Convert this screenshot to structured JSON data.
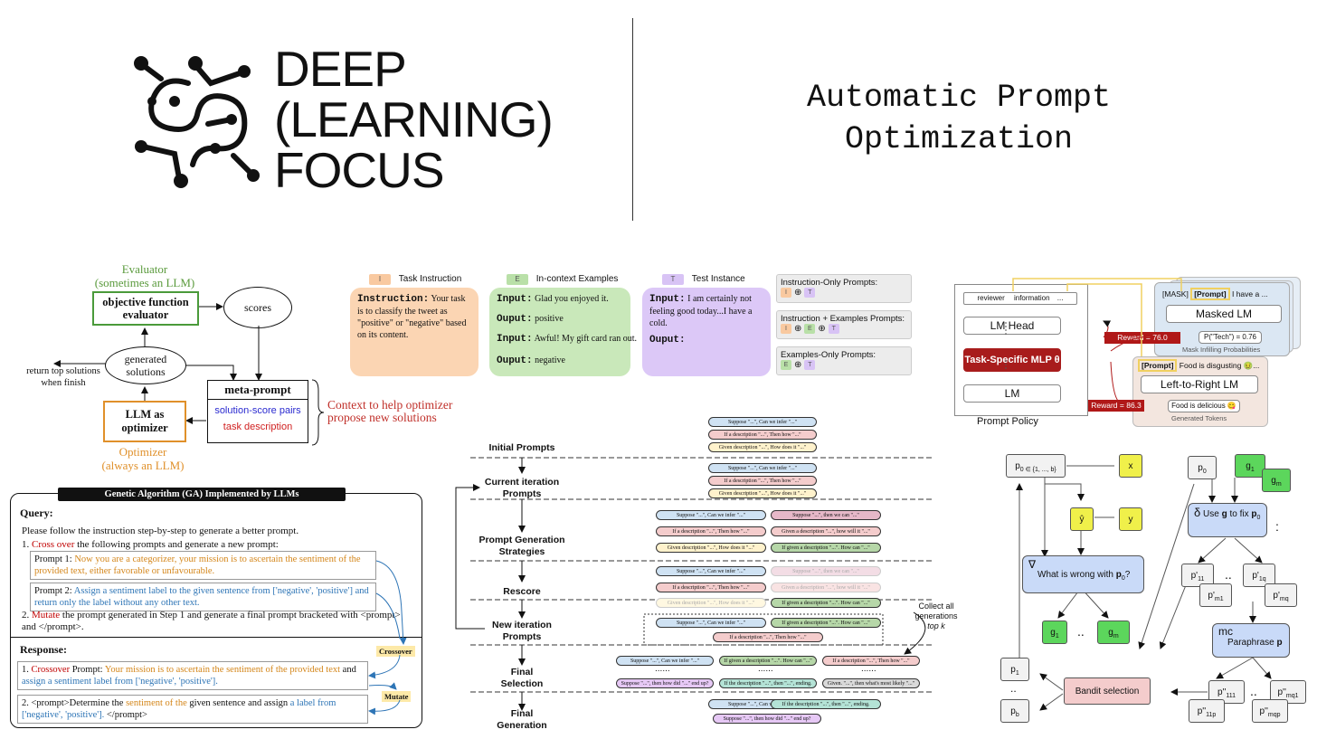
{
  "header": {
    "brand_lines": [
      "DEEP",
      "(LEARNING)",
      "FOCUS"
    ],
    "title_lines": [
      "Automatic Prompt",
      "Optimization"
    ]
  },
  "opro": {
    "evaluator_label": "Evaluator",
    "evaluator_sub": "(sometimes an LLM)",
    "evaluator_box": [
      "objective function",
      "evaluator"
    ],
    "scores": "scores",
    "generated": [
      "generated",
      "solutions"
    ],
    "return_text": [
      "return top solutions",
      "when finish"
    ],
    "optimizer_box": [
      "LLM as",
      "optimizer"
    ],
    "optimizer_label": "Optimizer",
    "optimizer_sub": "(always an LLM)",
    "meta_prompt": "meta-prompt",
    "pairs": "solution-score pairs",
    "task_desc": "task description",
    "context": [
      "Context to help optimizer",
      "propose new solutions"
    ]
  },
  "ga": {
    "title": "Genetic Algorithm (GA) Implemented by LLMs",
    "query_label": "Query:",
    "intro": "Please follow the instruction step-by-step to generate a better prompt.",
    "step1_num": "1.",
    "step1_kw": "Cross over",
    "step1_rest": "the following prompts and generate a new prompt:",
    "p1_label": "Prompt 1:",
    "p1_text": "Now you are a categorizer, your mission is to ascertain the sentiment of the provided text, either favorable or unfavourable.",
    "p2_label": "Prompt 2:",
    "p2_text": "Assign a sentiment label to the given sentence from ['negative', 'positive'] and return only the label without any other text.",
    "step2_num": "2.",
    "step2_kw": "Mutate",
    "step2_rest": "the prompt generated in Step 1 and generate a final prompt bracketed with <prompt> and </prompt>.",
    "crossover_tag": "Crossover",
    "mutate_tag": "Mutate",
    "response_label": "Response:",
    "r1_num": "1.",
    "r1_kw": "Crossover",
    "r1_a": "Prompt:",
    "r1_orange": "Your mission is to ascertain the sentiment of the provided text",
    "r1_and": "and",
    "r1_blue": "assign a sentiment label from ['negative', 'positive'].",
    "r2_a": "2. <prompt>Determine the",
    "r2_orange": "sentiment of the",
    "r2_b": "given sentence and assign",
    "r2_blue": "a label from ['negative', 'positive'].",
    "r2_end": "</prompt>"
  },
  "prompt_types": {
    "legend": [
      {
        "tag": "I",
        "label": "Task Instruction",
        "color": "#f9c9a0"
      },
      {
        "tag": "E",
        "label": "In-context Examples",
        "color": "#b9e0a8"
      },
      {
        "tag": "T",
        "label": "Test Instance",
        "color": "#d8c3f5"
      }
    ],
    "instruction_key": "Instruction:",
    "instruction_text": "Your task is to classify the tweet as \"positive\" or \"negative\" based on its content.",
    "examples": [
      {
        "key": "Input:",
        "text": "Glad you enjoyed it."
      },
      {
        "key": "Ouput:",
        "text": "positive"
      },
      {
        "key": "Input:",
        "text": "Awful! My gift card ran out."
      },
      {
        "key": "Ouput:",
        "text": "negative"
      }
    ],
    "test_key": "Input:",
    "test_text": "I am certainly not feeling good today...I have a cold.",
    "test_out": "Ouput:",
    "groups": [
      "Instruction-Only Prompts:",
      "Instruction + Examples Prompts:",
      "Examples-Only Prompts:"
    ]
  },
  "rl": {
    "tokens": [
      "reviewer",
      "information",
      "..."
    ],
    "lm_head": "LM Head",
    "mlp": "Task-Specific MLP θ",
    "lm": "LM",
    "policy": "Prompt Policy",
    "mask_tokens": [
      "[MASK]",
      "[Prompt]",
      "I have a ..."
    ],
    "masked_lm": "Masked LM",
    "prob": "P(\"Tech\") = 0.76",
    "mask_caption": "Mask Infilling Probabilities",
    "reward1": "Reward = 76.0",
    "ltr_prompt": "[Prompt]",
    "ltr_text": "Food is disgusting 🤢...",
    "ltr_lm": "Left-to-Right LM",
    "gen": "Food is delicious 😋",
    "gen_caption": "Generated Tokens",
    "reward2": "Reward = 86.3"
  },
  "evo": {
    "stages": [
      [
        "Initial Prompts"
      ],
      [
        "Current iteration",
        "Prompts"
      ],
      [
        "Prompt Generation",
        "Strategies"
      ],
      [
        "Rescore"
      ],
      [
        "New iteration",
        "Prompts"
      ],
      [
        "Final",
        "Selection"
      ],
      [
        "Final",
        "Generation"
      ]
    ],
    "collect": [
      "Collect all",
      "generations",
      "top k"
    ],
    "pill_a": "Suppose \"...\", Can we infer \"...\"",
    "pill_b": "If a description \"...\", Then how \"...\"",
    "pill_c": "Given description \"...\", How does it \"...\"",
    "pill_d": "Suppose \"...\", then we can \"...\"",
    "pill_e": "Given a description \"...\", how will it \"...\"",
    "pill_f": "If given a description \"...\". How can \"...\"",
    "pill_g": "Suppose \"...\", Can we infer \"...\"",
    "pill_h": "If given a description \"...\". How can \"...\"",
    "pill_i": "If a description \"...\", Then how \"...\"",
    "pill_j": "If a description \"...\", Then how \"...\"",
    "pill_k": "Suppose \"...\", then how did \"...\" end up?",
    "pill_l": "If the description \"...\", then \"...\", ending.",
    "pill_m": "Given. \"...\", then what's most likely \"...\"",
    "pill_n": "If the description \"...\", then \"...\", ending.",
    "ellipsis": "......"
  },
  "protegi": {
    "p0": "p",
    "p0_sub": "0 ∈ {1, ..., b}",
    "x": "x",
    "yhat": "ŷ",
    "y": "y",
    "nabla": "∇",
    "wrong": "What is wrong with",
    "wrong_p": "p",
    "wrong_sub": "0",
    "g1": "g",
    "g1_sub": "1",
    "gm": "g",
    "gm_sub": "m",
    "dots": "..",
    "p1": "p",
    "p1_sub": "1",
    "pb": "p",
    "pb_sub": "b",
    "bandit": "Bandit selection",
    "rp0": "p",
    "rp0_sub": "0",
    "delta": "δ",
    "fix_a": "Use",
    "fix_g": "g",
    "fix_b": "to fix",
    "fix_p": "p",
    "fix_sub": "0",
    "p11": "p'",
    "p11_sub": "11",
    "p1q": "p'",
    "p1q_sub": "1q",
    "pm1": "p'",
    "pm1_sub": "m1",
    "pmq": "p'",
    "pmq_sub": "mq",
    "mc": "mc",
    "paraphrase": "Paraphrase",
    "para_p": "p",
    "p111": "p''",
    "p111_sub": "111",
    "pmq1": "p''",
    "pmq1_sub": "mq1",
    "p11p": "p''",
    "p11p_sub": "11p",
    "pmqp": "p''",
    "pmqp_sub": "mqp",
    "colon": ":"
  }
}
